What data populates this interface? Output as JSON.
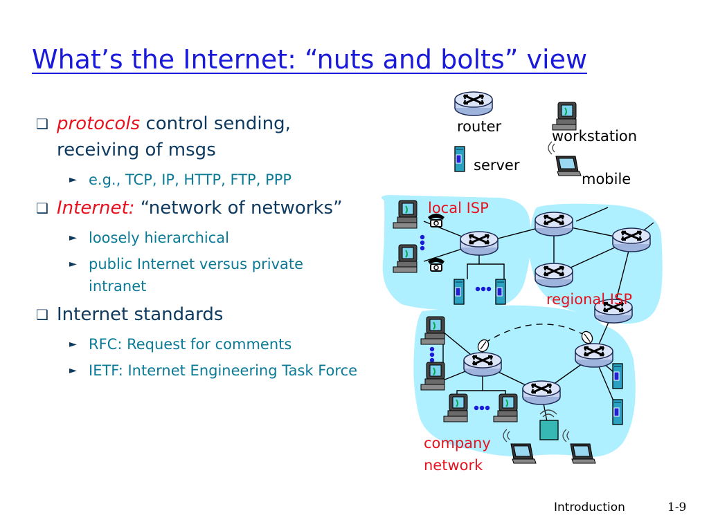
{
  "title": "What’s the Internet: “nuts and bolts” view",
  "bullets": [
    {
      "emph": "protocols",
      "text": " control sending, receiving of msgs",
      "subs": [
        "e.g., TCP, IP, HTTP, FTP,  PPP"
      ]
    },
    {
      "emph": "Internet:",
      "text": " “network of networks”",
      "subs": [
        "loosely hierarchical",
        "public Internet versus private intranet"
      ]
    },
    {
      "emph": "",
      "text": "Internet standards",
      "subs": [
        "RFC: Request for comments",
        "IETF: Internet Engineering Task Force"
      ]
    }
  ],
  "legend": {
    "router": "router",
    "workstation": "workstation",
    "server": "server",
    "mobile": "mobile"
  },
  "labels": {
    "local_isp": "local ISP",
    "regional_isp": "regional ISP",
    "company_line1": "company",
    "company_line2": "network"
  },
  "icons": {
    "router": "router-icon",
    "workstation": "workstation-icon",
    "server": "server-icon",
    "mobile": "mobile-icon",
    "phone": "telephone-icon",
    "satellite": "satellite-dish-icon"
  },
  "colors": {
    "title": "#1a1adb",
    "emphasis": "#e8121e",
    "body": "#0f3a60",
    "sub": "#0a7a96",
    "cloud": "#aef0ff",
    "label": "#e8121e"
  },
  "footer": {
    "left": "Introduction",
    "right": "1-9"
  }
}
